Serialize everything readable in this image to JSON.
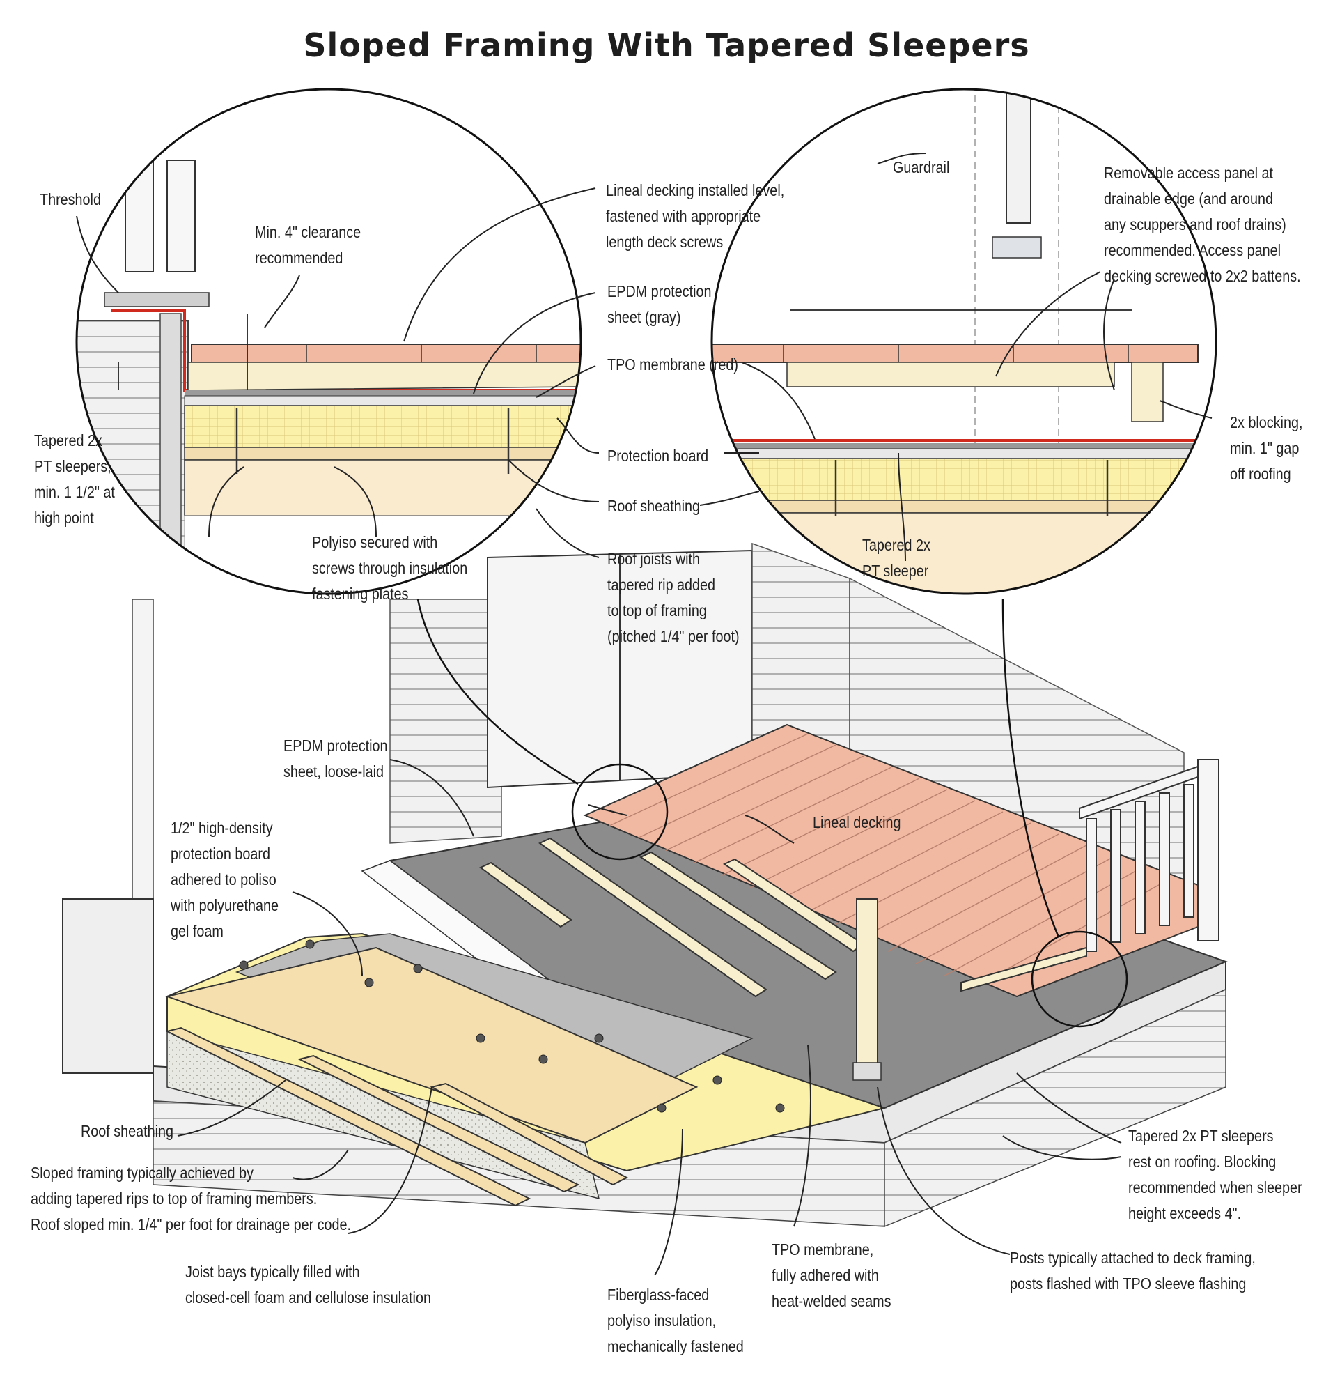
{
  "title": "Sloped Framing With Tapered Sleepers",
  "labels": {
    "threshold": "Threshold",
    "clearance": [
      "Min. 4\" clearance",
      "recommended"
    ],
    "lineal_level": [
      "Lineal decking installed level,",
      "fastened with appropriate",
      "length deck screws"
    ],
    "epdm_gray": [
      "EPDM protection",
      "sheet (gray)"
    ],
    "tpo_red": "TPO membrane (red)",
    "protection_board": "Protection board",
    "roof_sheathing_top": "Roof sheathing",
    "roof_joists": [
      "Roof joists with",
      "tapered rip added",
      "to top of framing",
      "(pitched 1/4\" per foot)"
    ],
    "polyiso_secured": [
      "Polyiso secured with",
      "screws through insulation",
      "fastening plates"
    ],
    "tapered_left": [
      "Tapered 2x",
      "PT sleepers,",
      "min. 1 1/2\" at",
      "high point"
    ],
    "guardrail": "Guardrail",
    "access_panel": [
      "Removable access panel at",
      "drainable edge (and around",
      "any scuppers and roof drains)",
      "recommended. Access panel",
      "decking screwed to 2x2 battens."
    ],
    "blocking": [
      "2x blocking,",
      "min. 1\" gap",
      "off roofing"
    ],
    "tapered_pt": [
      "Tapered 2x",
      "PT sleeper"
    ],
    "epdm_loose": [
      "EPDM protection",
      "sheet, loose-laid"
    ],
    "lineal_decking": "Lineal decking",
    "hd_board": [
      "1/2\" high-density",
      "protection board",
      "adhered to poliso",
      "with polyurethane",
      "gel foam"
    ],
    "roof_sheathing_bottom": "Roof sheathing",
    "sloped_framing": [
      "Sloped framing typically achieved by",
      "adding tapered rips to top of framing members.",
      "Roof sloped min. 1/4\" per foot for drainage per code."
    ],
    "joist_bays": [
      "Joist bays typically filled with",
      "closed-cell foam and cellulose insulation"
    ],
    "fiberglass": [
      "Fiberglass-faced",
      "polyiso insulation,",
      "mechanically fastened"
    ],
    "tpo_fully": [
      "TPO membrane,",
      "fully adhered with",
      "heat-welded seams"
    ],
    "sleepers_rest": [
      "Tapered 2x PT sleepers",
      "rest on roofing. Blocking",
      "recommended when sleeper",
      "height exceeds 4\"."
    ],
    "posts": [
      "Posts typically attached to deck framing,",
      "posts  flashed with TPO sleeve flashing"
    ]
  },
  "colors": {
    "decking": "#f2b9a2",
    "polyiso": "#fbf1a8",
    "sheathing": "#f6dfae",
    "epdm": "#8c8c8c",
    "tpo": "#d02a1e",
    "sleeper": "#f7efcd",
    "wall": "#ececec"
  }
}
